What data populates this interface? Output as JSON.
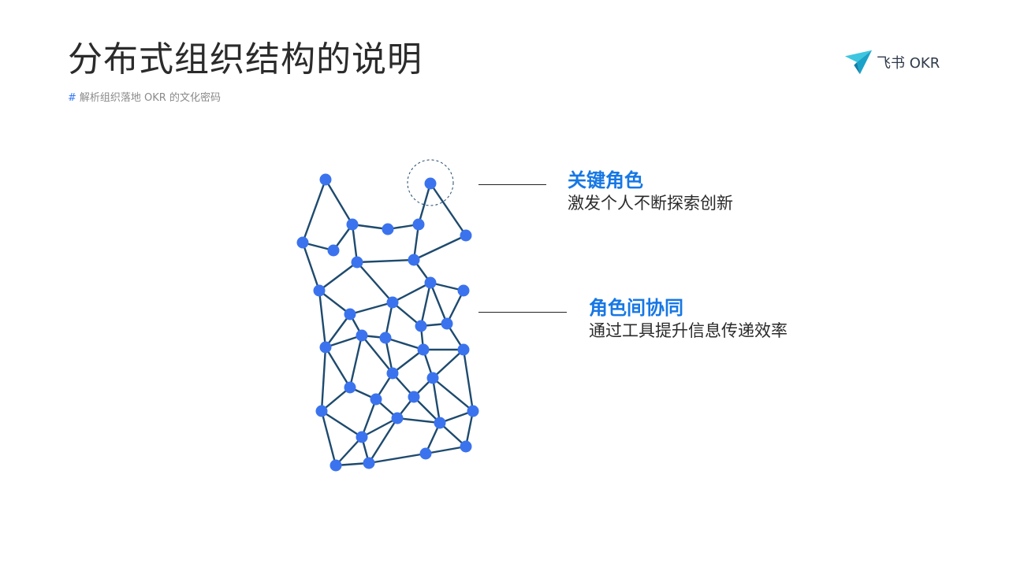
{
  "header": {
    "title": "分布式组织结构的说明",
    "subtitle_hash": "#",
    "subtitle": "解析组织落地 OKR 的文化密码"
  },
  "brand": {
    "logo_icon": "feishu-paper-plane-icon",
    "name": "飞书 OKR"
  },
  "colors": {
    "accent": "#1677e5",
    "node": "#3b73ee",
    "edge": "#1e4a6e"
  },
  "callouts": [
    {
      "title": "关键角色",
      "description": "激发个人不断探索创新"
    },
    {
      "title": "角色间协同",
      "description": "通过工具提升信息传递效率"
    }
  ]
}
